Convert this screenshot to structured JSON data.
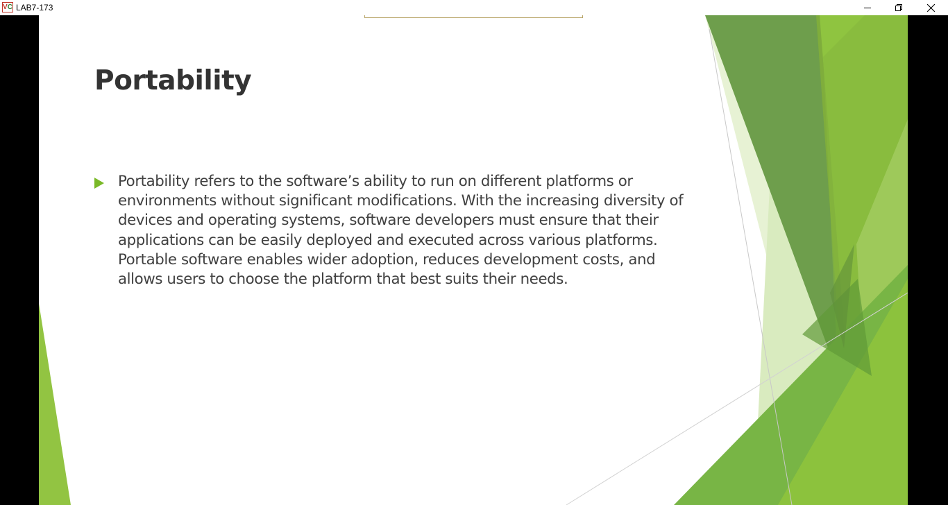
{
  "window": {
    "icon_text": "VC",
    "title": "LAB7-173"
  },
  "slide": {
    "title": "Portability",
    "bullet": "Portability refers to the software’s ability to run on different platforms or environments without significant modifications. With the increasing diversity of devices and operating systems, software developers must ensure that their applications can be easily deployed and executed across various platforms. Portable software enables wider adoption, reduces development costs, and allows users to choose the platform that best suits their needs."
  },
  "colors": {
    "accent_green": "#8dc63f",
    "title_text": "#333333",
    "body_text": "#404040"
  }
}
